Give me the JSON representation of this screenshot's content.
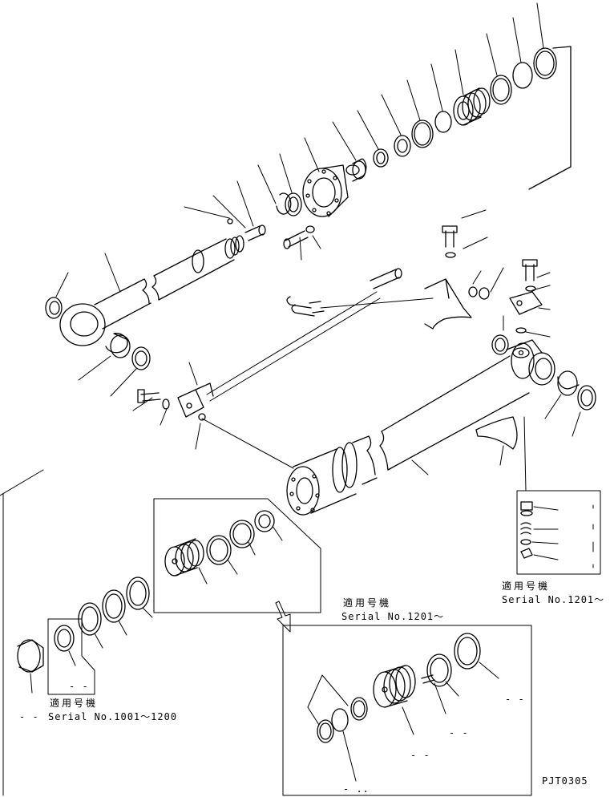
{
  "labels": {
    "applicable_models": "適用号機",
    "serial_1201_right": "Serial No.1201〜",
    "serial_1201_box": "Serial No.1201〜",
    "serial_1001_1200": "Serial No.1001〜1200",
    "dash_1": "- -",
    "dash_2": "- -",
    "dash_3": "- -",
    "dash_4": "- -",
    "dash_5": "- -",
    "dash_6": "- ..",
    "drawing_code": "PJT0305"
  }
}
